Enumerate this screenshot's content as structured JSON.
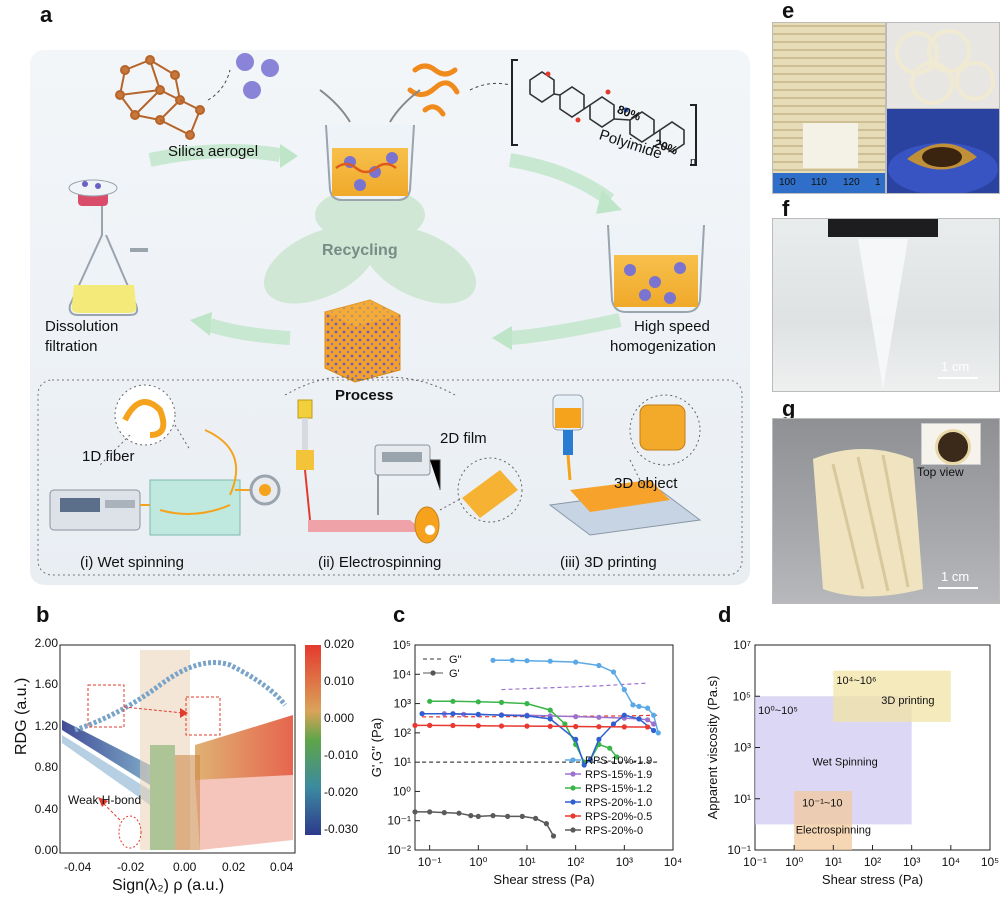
{
  "figure": {
    "panel_letters": [
      "a",
      "b",
      "c",
      "d",
      "e",
      "f",
      "g"
    ]
  },
  "panel_a": {
    "material_left": "Silica aerogel",
    "material_right": "Polyimide",
    "ratio_1": "80%",
    "ratio_2": "20%",
    "subscript_n": "n",
    "center_text": "Recycling",
    "left_step": [
      "Dissolution",
      "filtration"
    ],
    "right_step": [
      "High speed",
      "homogenization"
    ],
    "process_title": "Process",
    "fiber_label": "1D fiber",
    "film_label": "2D film",
    "object_label": "3D object",
    "methods": [
      "(i) Wet spinning",
      "(ii) Electrospinning",
      "(iii) 3D printing"
    ]
  },
  "panel_b": {
    "ylabel": "RDG (a.u.)",
    "xlabel": "Sign(λ₂) ρ (a.u.)",
    "yticks": [
      "2.00",
      "1.60",
      "1.20",
      "0.80",
      "0.40",
      "0.00"
    ],
    "xticks": [
      "-0.04",
      "-0.02",
      "0.00",
      "0.02",
      "0.04"
    ],
    "colorbar_ticks": [
      "0.020",
      "0.010",
      "0.000",
      "-0.010",
      "-0.020",
      "-0.030"
    ],
    "annotation": "Weak H-bond"
  },
  "panel_e": {
    "ruler": [
      "100",
      "110",
      "120",
      "1"
    ]
  },
  "panel_f": {
    "scale": "1 cm"
  },
  "panel_g": {
    "scale": "1 cm",
    "inset_label": "Top view"
  },
  "chart_data": [
    {
      "type": "line",
      "panel": "c",
      "xlabel": "Shear stress (Pa)",
      "ylabel": "G',G'' (Pa)",
      "xscale": "log",
      "yscale": "log",
      "xlim": [
        0.05,
        10000
      ],
      "ylim": [
        0.01,
        100000
      ],
      "xticks": [
        "10⁻¹",
        "10⁰",
        "10¹",
        "10²",
        "10³",
        "10⁴"
      ],
      "yticks": [
        "10⁻²",
        "10⁻¹",
        "10⁰",
        "10¹",
        "10²",
        "10³",
        "10⁴",
        "10⁵"
      ],
      "style_legend": [
        {
          "name": "G''",
          "style": "dashed"
        },
        {
          "name": "G'",
          "style": "solid-circle"
        }
      ],
      "series": [
        {
          "name": "RPS-10%-1.9",
          "color": "#5aa9e6",
          "x": [
            2,
            5,
            10,
            30,
            100,
            300,
            600,
            1000,
            1500,
            2000,
            3000,
            4000,
            5000
          ],
          "y": [
            30000,
            30000,
            29000,
            28000,
            26000,
            20000,
            12000,
            3000,
            900,
            800,
            700,
            400,
            100
          ]
        },
        {
          "name": "RPS-15%-1.9",
          "color": "#9b72cf",
          "x": [
            0.07,
            0.2,
            0.5,
            1,
            3,
            10,
            30,
            100,
            300,
            1000,
            2000,
            3000,
            4000
          ],
          "y": [
            450,
            450,
            430,
            420,
            410,
            400,
            380,
            360,
            340,
            320,
            300,
            280,
            200
          ]
        },
        {
          "name": "RPS-15%-1.2",
          "color": "#3ab54a",
          "x": [
            0.1,
            0.3,
            1,
            3,
            10,
            30,
            60,
            100,
            150,
            200,
            300,
            500,
            700
          ],
          "y": [
            1200,
            1200,
            1150,
            1100,
            1000,
            600,
            200,
            40,
            10,
            12,
            40,
            30,
            15
          ]
        },
        {
          "name": "RPS-20%-1.0",
          "color": "#2f5fd0",
          "x": [
            0.07,
            0.3,
            1,
            3,
            10,
            30,
            100,
            150,
            200,
            300,
            600,
            1000,
            2000,
            4000
          ],
          "y": [
            450,
            450,
            430,
            400,
            380,
            300,
            60,
            8,
            12,
            60,
            200,
            400,
            300,
            120
          ]
        },
        {
          "name": "RPS-20%-0.5",
          "color": "#e8382f",
          "x": [
            0.05,
            0.1,
            0.3,
            1,
            3,
            10,
            30,
            100,
            300,
            1000,
            3000
          ],
          "y": [
            180,
            180,
            178,
            175,
            172,
            170,
            168,
            165,
            162,
            160,
            158
          ]
        },
        {
          "name": "RPS-20%-0",
          "color": "#5a5a5a",
          "x": [
            0.05,
            0.1,
            0.2,
            0.4,
            0.7,
            1,
            2,
            4,
            8,
            15,
            25,
            35
          ],
          "y": [
            0.2,
            0.2,
            0.19,
            0.18,
            0.15,
            0.14,
            0.15,
            0.14,
            0.14,
            0.12,
            0.08,
            0.03
          ]
        }
      ],
      "gpp_curves": [
        {
          "color": "#444444",
          "x": [
            0.07,
            100,
            1000,
            5000
          ],
          "y": [
            10,
            10,
            10,
            10
          ]
        },
        {
          "color": "#9b72cf",
          "x": [
            3,
            300,
            1000,
            3000
          ],
          "y": [
            3000,
            4000,
            4500,
            5000
          ]
        },
        {
          "color": "#e8382f",
          "x": [
            0.07,
            10,
            1000,
            5000
          ],
          "y": [
            350,
            360,
            380,
            400
          ]
        }
      ]
    },
    {
      "type": "area",
      "panel": "d",
      "xlabel": "Shear stress (Pa)",
      "ylabel": "Apparent viscosity (Pa.s)",
      "xscale": "log",
      "yscale": "log",
      "xlim": [
        0.1,
        100000
      ],
      "ylim": [
        0.1,
        10000000
      ],
      "xticks": [
        "10⁻¹",
        "10⁰",
        "10¹",
        "10²",
        "10³",
        "10⁴",
        "10⁵"
      ],
      "yticks": [
        "10⁻¹",
        "10¹",
        "10³",
        "10⁵",
        "10⁷"
      ],
      "regions": [
        {
          "name": "Wet Spinning",
          "range_label": "10⁰~10⁵",
          "color": "#cfcaf0",
          "x0": 0.1,
          "x1": 1000,
          "y0": 1,
          "y1": 100000
        },
        {
          "name": "3D printing",
          "range_label": "10⁴~10⁶",
          "color": "#f2e3a6",
          "x0": 10,
          "x1": 10000,
          "y0": 10000,
          "y1": 1000000
        },
        {
          "name": "Electrospinning",
          "range_label": "10⁻¹~10",
          "color": "#f2c89c",
          "x0": 1,
          "x1": 30,
          "y0": 0.1,
          "y1": 20
        }
      ]
    }
  ]
}
